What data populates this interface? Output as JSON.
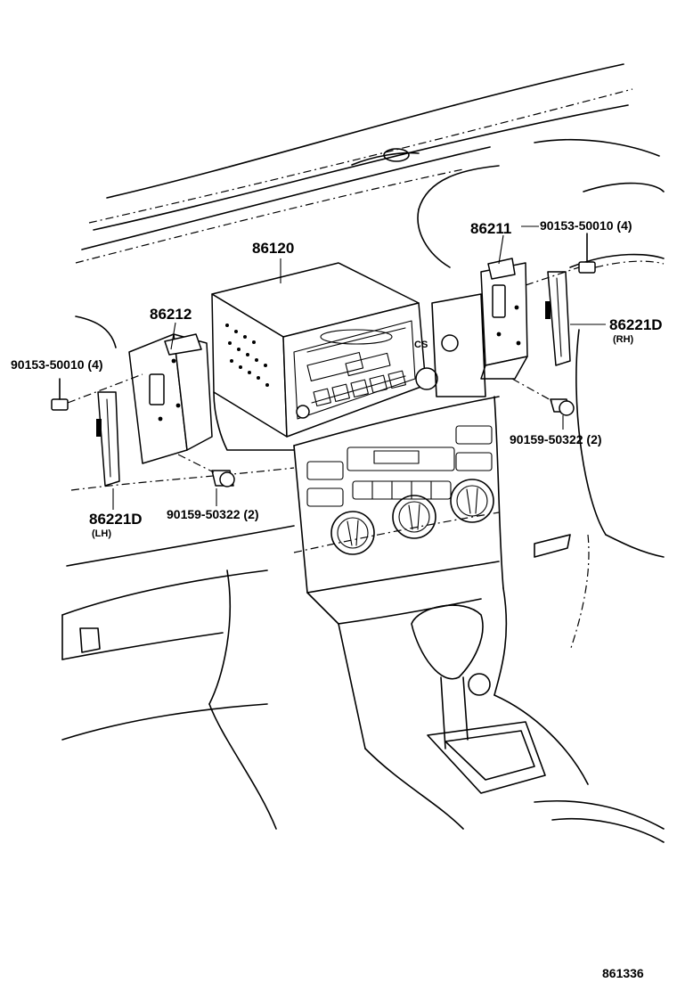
{
  "callouts": {
    "radio_receiver": "86120",
    "bracket_rh": "86211",
    "bracket_lh": "86212",
    "bolt_upper_rh": "90153-50010 (4)",
    "bolt_upper_lh": "90153-50010 (4)",
    "trim_rh": "86221D",
    "trim_rh_side": "(RH)",
    "trim_lh": "86221D",
    "trim_lh_side": "(LH)",
    "screw_rh": "90159-50322 (2)",
    "screw_lh": "90159-50322 (2)"
  },
  "diagram_id": "861336"
}
